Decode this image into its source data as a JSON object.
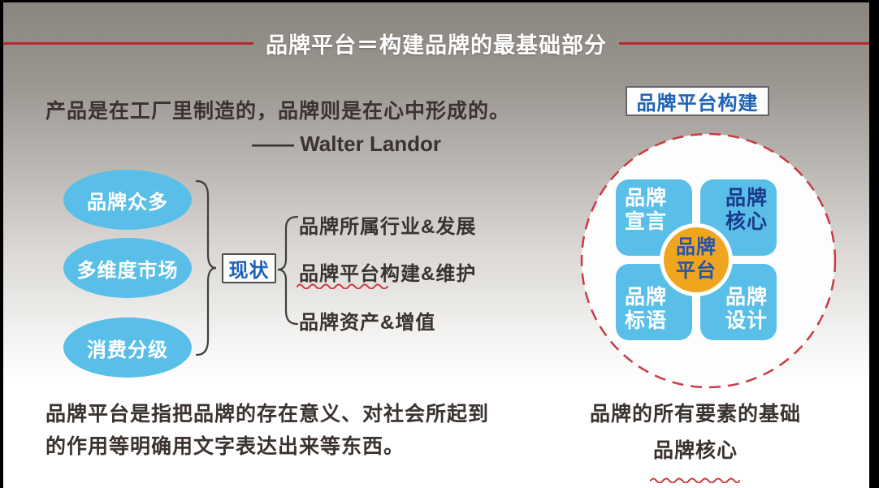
{
  "title": {
    "text": "品牌平台＝构建品牌的最基础部分"
  },
  "quote": {
    "text": "产品是在工厂里制造的，品牌则是在心中形成的。",
    "author": "—— Walter Landor"
  },
  "current_state_diagram": {
    "factors": [
      "品牌众多",
      "多维度市场",
      "消费分级"
    ],
    "hub_label": "现状",
    "aspects": [
      "品牌所属行业&发展",
      "品牌平台构建&维护",
      "品牌资产&增值"
    ]
  },
  "platform_diagram": {
    "label": "品牌平台构建",
    "center": {
      "line1": "品牌",
      "line2": "平台"
    },
    "quadrants": [
      {
        "line1": "品牌",
        "line2": "宣言",
        "text_color": "#ffffff"
      },
      {
        "line1": "品牌",
        "line2": "核心",
        "text_color": "#1b3b8c"
      },
      {
        "line1": "品牌",
        "line2": "标语",
        "text_color": "#ffffff"
      },
      {
        "line1": "品牌",
        "line2": "设计",
        "text_color": "#ffffff"
      }
    ]
  },
  "footnotes": {
    "left_line1": "品牌平台是指把品牌的存在意义、对社会所起到",
    "left_line2": "的作用等明确用文字表达出来等东西。",
    "right_line1": "品牌的所有要素的基础",
    "right_line2": "品牌核心"
  },
  "colors": {
    "accent_red": "#c2242f",
    "dashed_circle_red": "#cc3944",
    "wavy_red": "#d4363c",
    "sky_blue": "#59bfe8",
    "label_blue": "#1e63b5",
    "navy_text": "#1b3b8c",
    "center_orange": "#f0a51f"
  }
}
